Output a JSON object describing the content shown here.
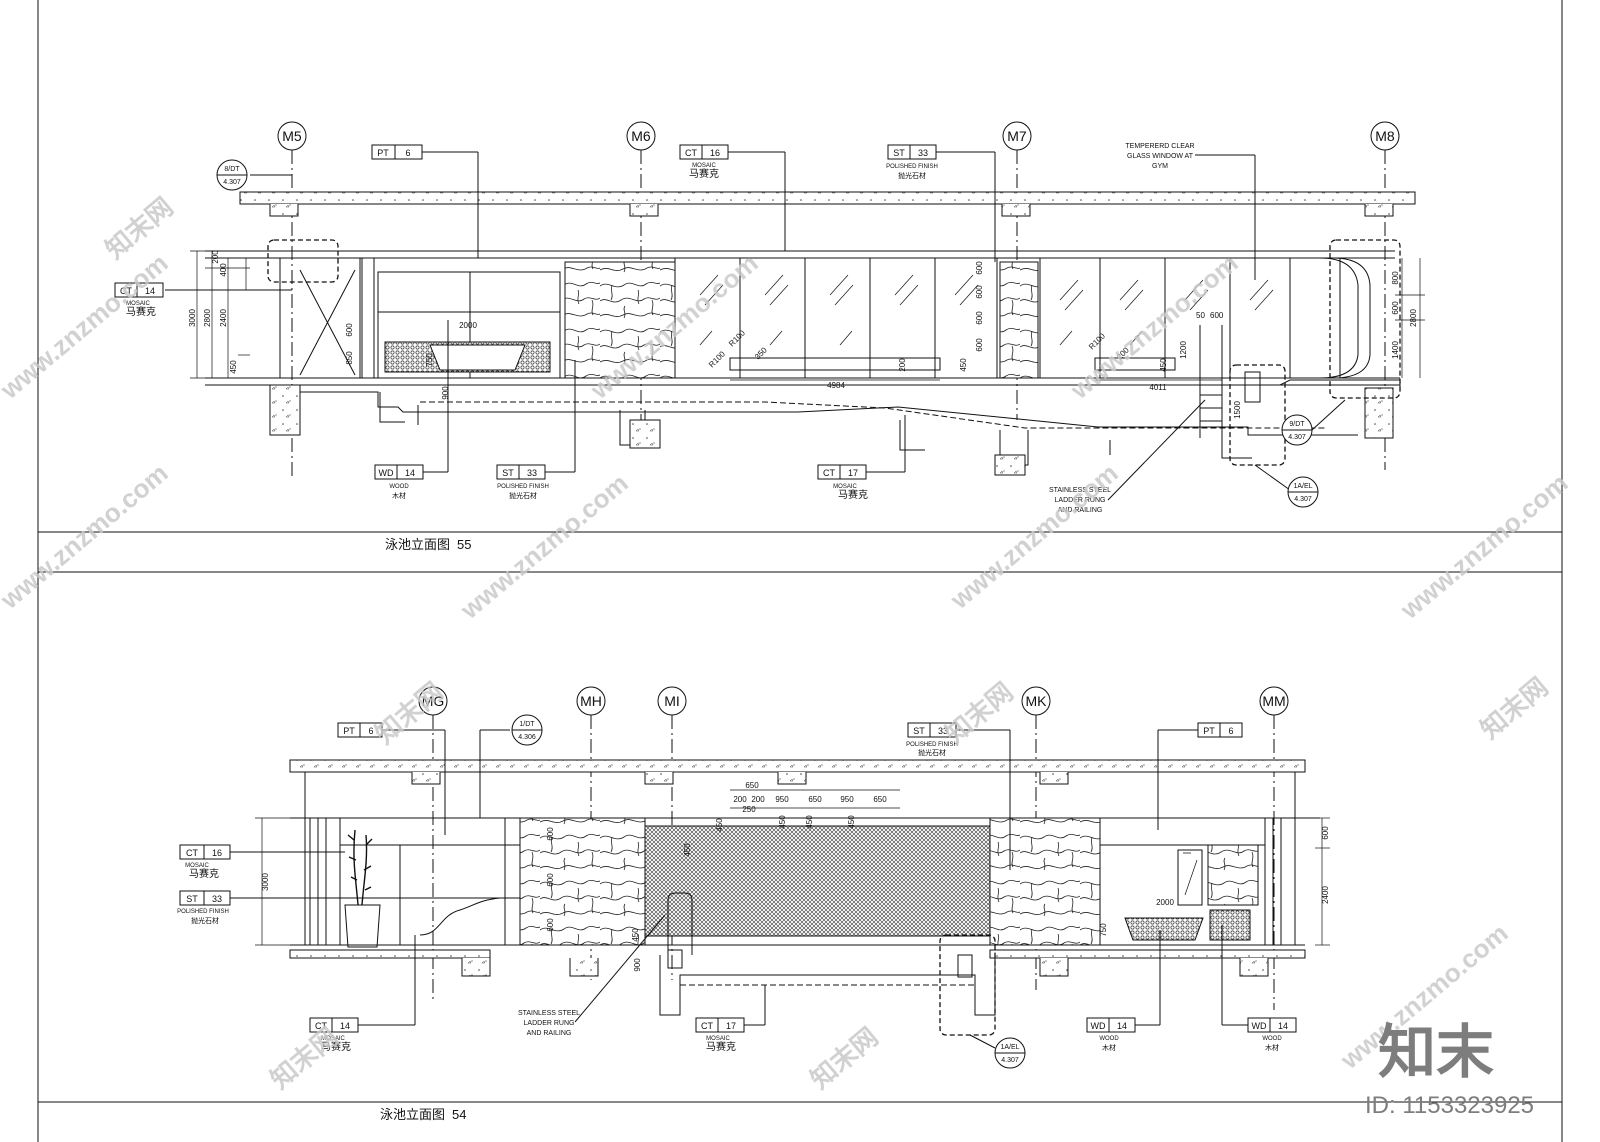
{
  "views": [
    {
      "caption": "泳池立面图",
      "number": "55",
      "grid_labels": [
        "M5",
        "M6",
        "M7",
        "M8"
      ],
      "tags": {
        "pt": {
          "code": "PT",
          "num": "6"
        },
        "ct16": {
          "code": "CT",
          "num": "16",
          "sub": "MOSAIC",
          "cn": "马赛克"
        },
        "st33": {
          "code": "ST",
          "num": "33",
          "sub": "POLISHED FINISH",
          "cn": "抛光石材"
        },
        "ct14": {
          "code": "CT",
          "num": "14",
          "sub": "MOSAIC",
          "cn": "马赛克"
        },
        "wd14": {
          "code": "WD",
          "num": "14",
          "sub": "WOOD",
          "cn": "木材"
        },
        "st33b": {
          "code": "ST",
          "num": "33",
          "sub": "POLISHED FINISH",
          "cn": "抛光石材"
        },
        "ct17": {
          "code": "CT",
          "num": "17",
          "sub": "MOSAIC",
          "cn": "马赛克"
        }
      },
      "bubbles": {
        "b1": {
          "top": "8/DT",
          "bottom": "4.307"
        },
        "b2": {
          "top": "9/DT",
          "bottom": "4.307"
        },
        "b3": {
          "top": "1A/EL",
          "bottom": "4.307"
        }
      },
      "notes": {
        "glass": [
          "TEMPERERD CLEAR",
          "GLASS WINDOW AT",
          "GYM"
        ],
        "ladder": [
          "STAINLESS STEEL",
          "LADDER RUNG",
          "AND RAILING"
        ]
      },
      "dims": {
        "left_outer": "3000",
        "left_mid": "2800",
        "left_inner": "2400",
        "left_a": "200",
        "left_b": "400",
        "left_c": "450",
        "tub_w": "2000",
        "tub_a": "600",
        "tub_b": "850",
        "tub_c": "750",
        "depth": "900",
        "col_a": "600",
        "col_b": "600",
        "col_c": "600",
        "col_d": "600",
        "col_e": "450",
        "step_a": "R100",
        "step_b": "R100",
        "step_c": "350",
        "step_d": "200",
        "step_len": "4984",
        "r_a": "R100",
        "r_b": "200",
        "r_c": "450",
        "r_d": "1200",
        "r_e": "50",
        "r_f": "600",
        "r_len": "4011",
        "r_g": "1500",
        "right_a": "800",
        "right_b": "600",
        "right_c": "1400",
        "right_total": "2800"
      }
    },
    {
      "caption": "泳池立面图",
      "number": "54",
      "grid_labels": [
        "MG",
        "MH",
        "MI",
        "MK",
        "MM"
      ],
      "tags": {
        "pt_a": {
          "code": "PT",
          "num": "6"
        },
        "st33": {
          "code": "ST",
          "num": "33",
          "sub": "",
          "cn": "抛光石材"
        },
        "pt_b": {
          "code": "PT",
          "num": "6"
        },
        "ct16": {
          "code": "CT",
          "num": "16",
          "sub": "MOSAIC",
          "cn": "马赛克"
        },
        "st33b": {
          "code": "ST",
          "num": "33",
          "sub": "POLISHED FINISH",
          "cn": "抛光石材"
        },
        "ct14": {
          "code": "CT",
          "num": "14",
          "sub": "MOSAIC",
          "cn": "马赛克"
        },
        "ct17": {
          "code": "CT",
          "num": "17",
          "sub": "MOSAIC",
          "cn": "马赛克"
        },
        "wd14a": {
          "code": "WD",
          "num": "14",
          "sub": "WOOD",
          "cn": "木材"
        },
        "wd14b": {
          "code": "WD",
          "num": "14",
          "sub": "WOOD",
          "cn": "木材"
        }
      },
      "bubbles": {
        "b1": {
          "top": "1/DT",
          "bottom": "4.306"
        },
        "b2": {
          "top": "1A/EL",
          "bottom": "4.307"
        }
      },
      "notes": {
        "ladder": [
          "STAINLESS STEEL",
          "LADDER RUNG",
          "AND RAILING"
        ]
      },
      "dims": {
        "top_a": "650",
        "top_b": "200",
        "top_c": "200",
        "top_d": "950",
        "top_e": "650",
        "top_f": "950",
        "top_g": "650",
        "top_h": "250",
        "v_a": "450",
        "v_b": "450",
        "v_c": "450",
        "v_d": "450",
        "left_h": "3000",
        "right_a": "600",
        "right_b": "2400",
        "wall_a": "600",
        "wall_b": "600",
        "wall_c": "600",
        "wall_d": "450",
        "tub_w": "2000",
        "tub_h": "750",
        "depth": "900",
        "pool_a": "450"
      }
    }
  ],
  "watermark": {
    "site": "www.znzmo.com",
    "brand": "知末网",
    "logo": "知末",
    "id": "ID: 1153323925"
  },
  "colors": {
    "ink": "#111111",
    "tag_line": "#222222",
    "watermark": "#c9c9c9",
    "logo": "#7d7d7d"
  }
}
